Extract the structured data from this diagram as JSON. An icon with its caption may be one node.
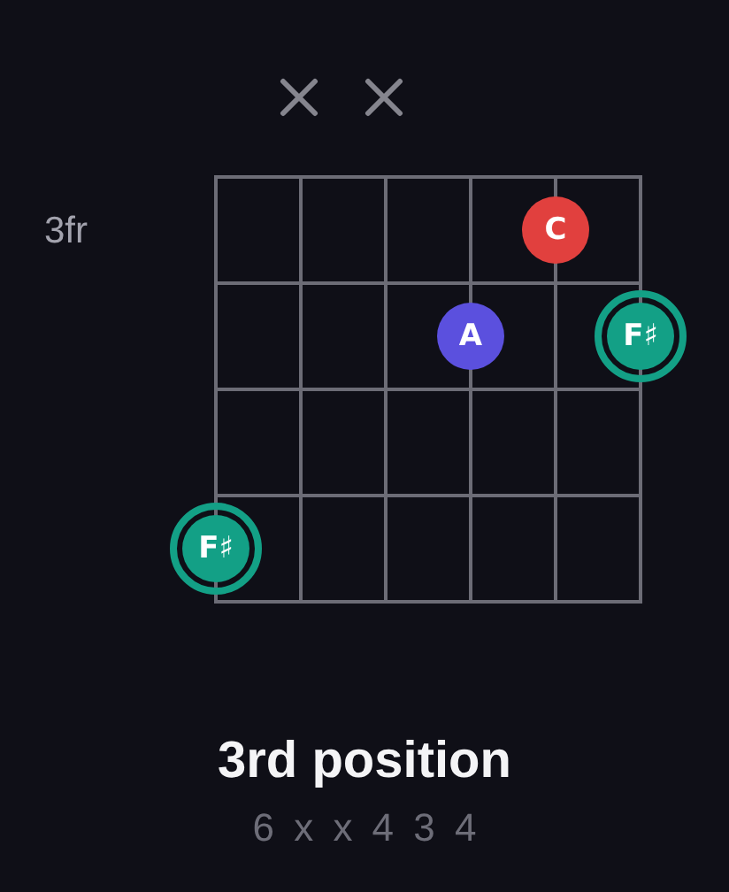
{
  "diagram": {
    "title": "3rd position",
    "caption": "6 x x 4 3 4",
    "nodes": [
      {
        "text": [
          "C"
        ]
      },
      {
        "text": [
          "A"
        ]
      },
      {
        "text": [
          "F♯"
        ]
      },
      {
        "text": [
          "F♯"
        ]
      }
    ],
    "labels": [
      "3fr"
    ]
  }
}
